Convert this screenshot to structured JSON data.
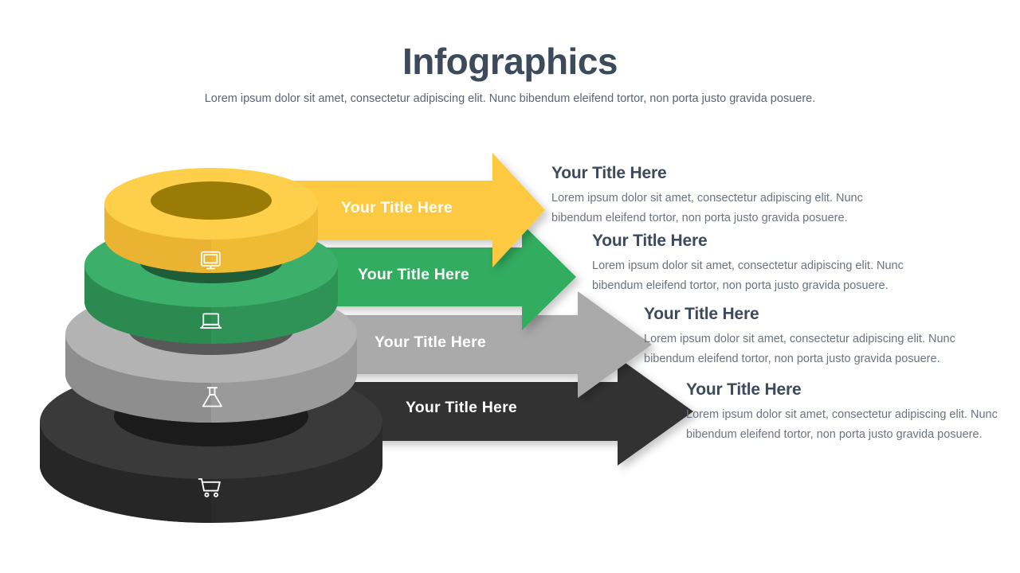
{
  "header": {
    "title": "Infographics",
    "subtitle": "Lorem ipsum dolor sit amet, consectetur adipiscing elit. Nunc bibendum eleifend tortor, non porta justo gravida posuere."
  },
  "colors": {
    "title": "#3d4a5c",
    "body_text": "#6b7280",
    "yellow": "#fdc93f",
    "green": "#31ac5f",
    "gray": "#aaaaaa",
    "dark": "#333333",
    "background": "#ffffff"
  },
  "arrows": [
    {
      "label": "Your Title Here",
      "color": "#fdc93f",
      "name": "yellow-arrow"
    },
    {
      "label": "Your Title Here",
      "color": "#31ac5f",
      "name": "green-arrow"
    },
    {
      "label": "Your Title Here",
      "color": "#aaaaaa",
      "name": "gray-arrow"
    },
    {
      "label": "Your Title Here",
      "color": "#333333",
      "name": "dark-arrow"
    }
  ],
  "rings": [
    {
      "icon": "monitor-icon",
      "color": "#fdcf4a",
      "top_color": "#fbc02d",
      "hole_color": "#9a7b06",
      "name": "yellow-ring"
    },
    {
      "icon": "laptop-icon",
      "color": "#3cb06b",
      "top_color": "#2f9256",
      "hole_color": "#1f5c38",
      "name": "green-ring"
    },
    {
      "icon": "flask-icon",
      "color": "#b3b3b3",
      "top_color": "#9a9a9a",
      "hole_color": "#5c5c5c",
      "name": "gray-ring"
    },
    {
      "icon": "cart-icon",
      "color": "#3a3a3a",
      "top_color": "#2c2c2c",
      "hole_color": "#141414",
      "name": "dark-ring"
    }
  ],
  "info_blocks": [
    {
      "title": "Your Title Here",
      "description": "Lorem ipsum dolor sit amet, consectetur adipiscing elit. Nunc bibendum eleifend tortor, non porta justo gravida posuere."
    },
    {
      "title": "Your Title Here",
      "description": "Lorem ipsum dolor sit amet, consectetur adipiscing elit. Nunc bibendum eleifend tortor, non porta justo gravida posuere."
    },
    {
      "title": "Your Title Here",
      "description": "Lorem ipsum dolor sit amet, consectetur adipiscing elit. Nunc bibendum eleifend tortor, non porta justo gravida posuere."
    },
    {
      "title": "Your Title Here",
      "description": "Lorem ipsum dolor sit amet, consectetur adipiscing elit. Nunc bibendum eleifend tortor, non porta justo gravida posuere."
    }
  ]
}
